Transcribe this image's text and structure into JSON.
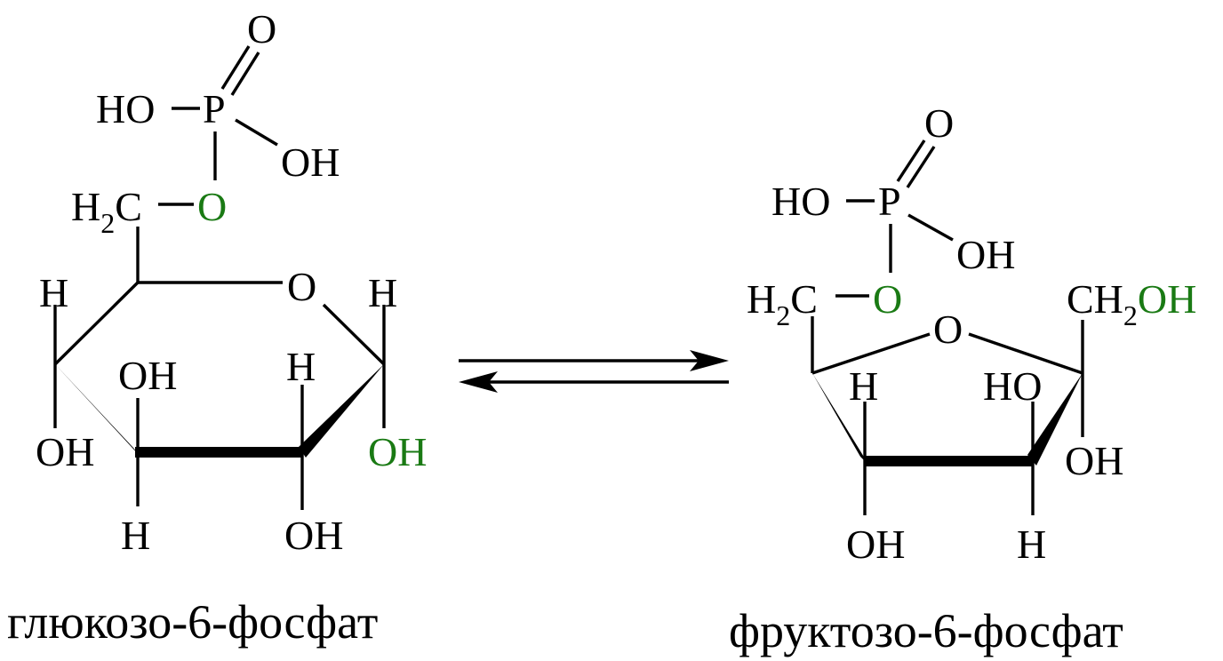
{
  "colors": {
    "highlight": "#1a7a14",
    "ink": "#000000",
    "background": "#ffffff"
  },
  "glucose": {
    "name": "глюкозо-6-фосфат",
    "phosphate": {
      "P": "P",
      "O_double": "O",
      "HO_left": "HO",
      "OH_right": "OH"
    },
    "ester_O": "O",
    "ch2": {
      "main": "H",
      "sub": "2",
      "tail": "C"
    },
    "ring_O": "O",
    "c1_H": "H",
    "c1_OH": "OH",
    "c2_H": "H",
    "c2_OH": "OH",
    "c3_OH": "OH",
    "c3_H": "H",
    "c4_H": "H",
    "c4_OH": "OH"
  },
  "fructose": {
    "name": "фруктозо-6-фосфат",
    "phosphate": {
      "P": "P",
      "O_double": "O",
      "HO_left": "HO",
      "OH_right": "OH"
    },
    "ester_O": "O",
    "ch2_left": {
      "main": "H",
      "sub": "2",
      "tail": "C"
    },
    "ring_O": "O",
    "ch2_right": {
      "main": "CH",
      "sub": "2",
      "tail": "OH"
    },
    "c2_OH": "OH",
    "c3_HO": "HO",
    "c3_H": "H",
    "c4_H": "H",
    "c4_OH": "OH"
  },
  "equilibrium": {
    "type": "reversible"
  }
}
